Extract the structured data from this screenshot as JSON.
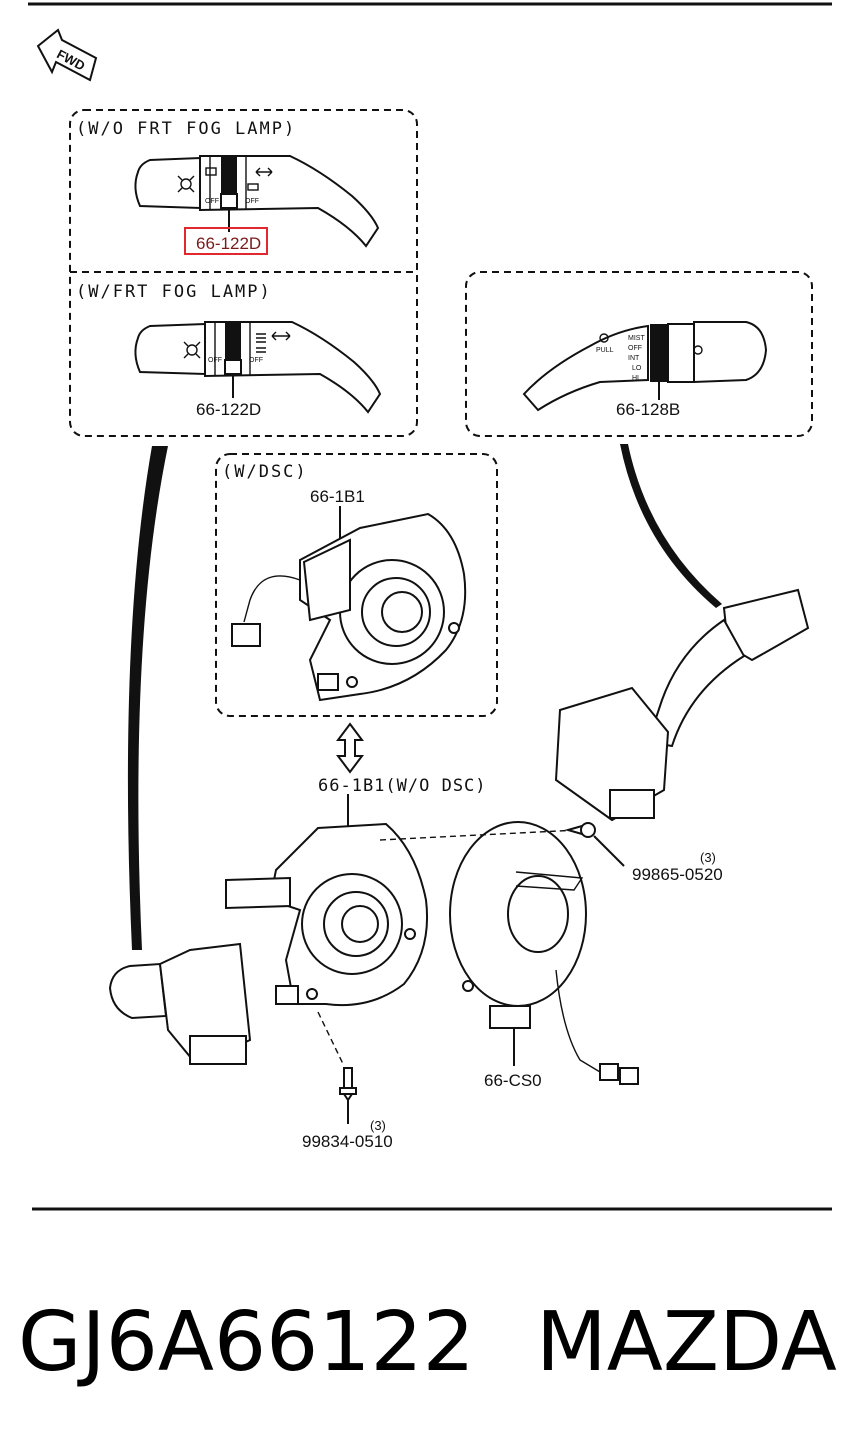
{
  "diagram": {
    "fwd_label": "FWD",
    "boxes": {
      "wo_fog": {
        "caption": "(W/O FRT FOG LAMP)",
        "part": "66-122D"
      },
      "w_fog": {
        "caption": "(W/FRT FOG LAMP)",
        "part": "66-122D"
      },
      "wiper": {
        "part": "66-128B"
      },
      "w_dsc": {
        "caption": "(W/DSC)",
        "part": "66-1B1"
      }
    },
    "switch_labels": {
      "off": "OFF",
      "wiper_modes": [
        "MIST",
        "OFF",
        "INT",
        "LO",
        "HI"
      ],
      "pull": "PULL"
    },
    "parts": {
      "clock_spring_wo_dsc": "66-1B1(W/O DSC)",
      "screw_upper": {
        "number": "99865-0520",
        "qty": "(3)"
      },
      "screw_lower": {
        "number": "99834-0510",
        "qty": "(3)"
      },
      "clock_spring_coil": "66-CS0"
    },
    "highlight_color": "#e0282e"
  },
  "footer": {
    "part_number": "GJ6A66122",
    "brand": "MAZDA"
  }
}
